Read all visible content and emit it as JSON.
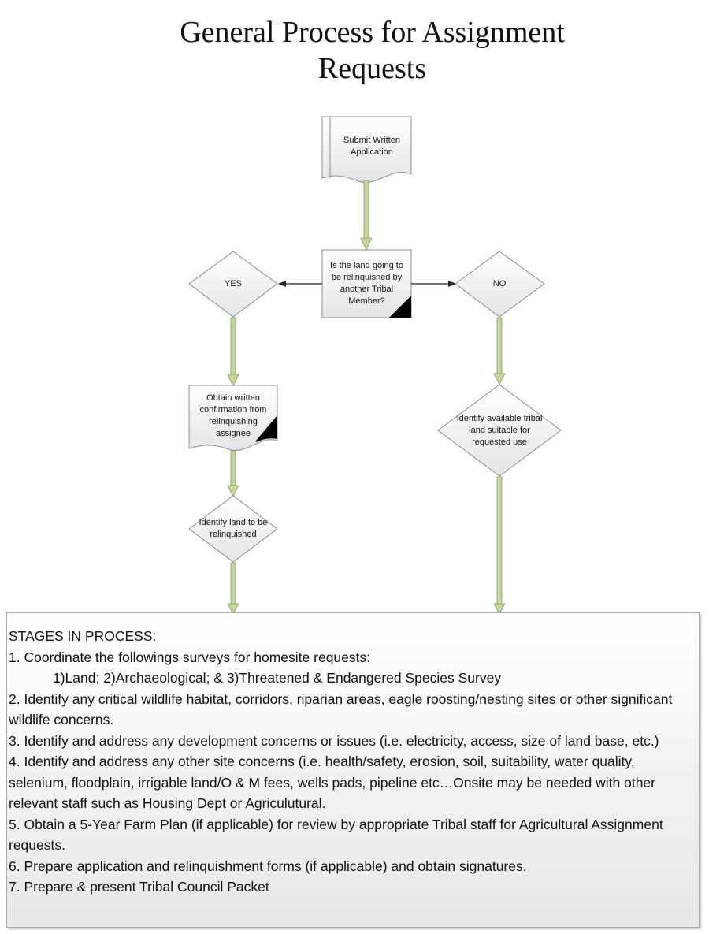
{
  "title": {
    "line1": "General Process for Assignment",
    "line2": "Requests"
  },
  "nodes": {
    "submit": "Submit Written Application",
    "question": "Is the land going to be relinquished by another Tribal Member?",
    "yes": "YES",
    "no": "NO",
    "obtain": "Obtain written confirmation from relinquishing assignee",
    "identify_land": "Identify land to be relinquished",
    "identify_available": "Identify available tribal land suitable for requested use"
  },
  "stages": {
    "heading": "STAGES IN PROCESS:",
    "items": [
      "1. Coordinate the followings surveys for homesite requests:",
      "1)Land; 2)Archaeological; & 3)Threatened & Endangered Species Survey",
      "2. Identify any critical wildlife habitat, corridors, riparian areas, eagle roosting/nesting sites or other significant wildlife concerns.",
      "3. Identify and address any development concerns or issues (i.e. electricity, access, size of land base, etc.)",
      "4. Identify and address any other site concerns (i.e. health/safety, erosion, soil, suitability, water quality, selenium, floodplain, irrigable land/O & M fees, wells pads, pipeline etc…Onsite may be needed with other relevant staff such as Housing Dept or Agriculutural.",
      "5. Obtain a 5-Year Farm Plan (if applicable) for review by appropriate Tribal staff for Agricultural Assignment requests.",
      "6. Prepare application and relinquishment forms (if applicable) and obtain signatures.",
      "7. Prepare & present Tribal Council Packet"
    ]
  },
  "colors": {
    "connector_fill": "#c3d69b",
    "connector_stroke": "#8a9a6a",
    "shape_stroke": "#8c8c8c",
    "shape_fill_top": "#ffffff",
    "shape_fill_bottom": "#e6e6e6"
  }
}
